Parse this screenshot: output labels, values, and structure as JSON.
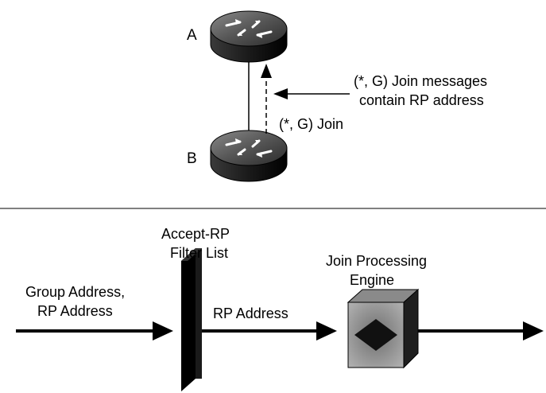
{
  "top": {
    "router_a_label": "A",
    "router_b_label": "B",
    "join_label": "(*, G) Join",
    "callout_line1": "(*, G) Join messages",
    "callout_line2": "contain RP address"
  },
  "bottom": {
    "input_line1": "Group Address,",
    "input_line2": "RP Address",
    "filter_line1": "Accept-RP",
    "filter_line2": "Filter List",
    "middle_label": "RP Address",
    "engine_line1": "Join Processing",
    "engine_line2": "Engine"
  }
}
